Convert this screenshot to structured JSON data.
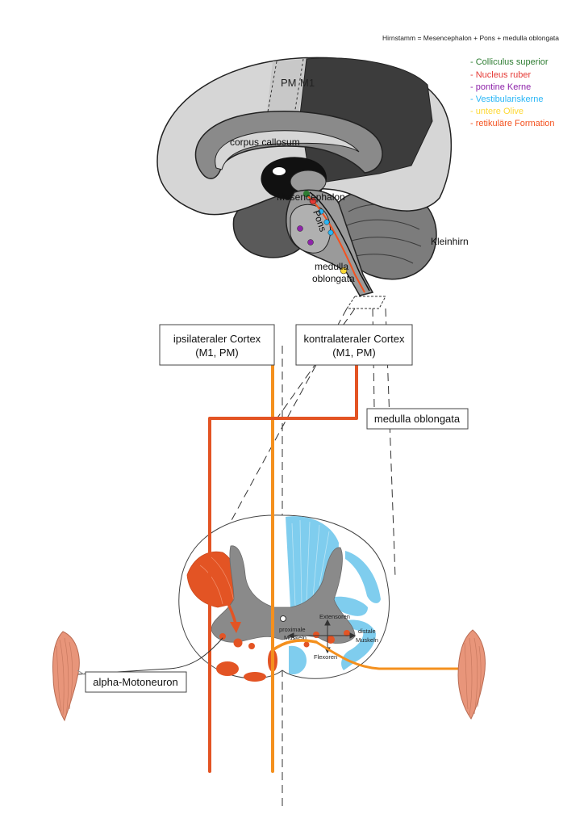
{
  "header": {
    "note": "Hirnstamm = Mesencephalon + Pons + medulla oblongata"
  },
  "legend": [
    {
      "label": "- Colliculus superior",
      "color": "#2e7d32"
    },
    {
      "label": "- Nucleus ruber",
      "color": "#e53935"
    },
    {
      "label": "- pontine Kerne",
      "color": "#8e24aa"
    },
    {
      "label": "- Vestibulariskerne",
      "color": "#29b6f6"
    },
    {
      "label": "- untere Olive",
      "color": "#fdd835"
    },
    {
      "label": "- retikuläre Formation",
      "color": "#f4511e"
    }
  ],
  "brain": {
    "pm_label": "PM",
    "m1_label": "M1",
    "corpus_callosum": "corpus callosum",
    "mesencephalon": "Mesencephalon",
    "pons": "Pons",
    "kleinhirn": "Kleinhirn",
    "medulla_line1": "medulla",
    "medulla_line2": "oblongata"
  },
  "boxes": {
    "ipsi_line1": "ipsilateraler Cortex",
    "ipsi_line2": "(M1, PM)",
    "contra_line1": "kontralateraler Cortex",
    "contra_line2": "(M1, PM)",
    "medulla_box": "medulla oblongata",
    "alpha_box": "alpha-Motoneuron"
  },
  "spinal": {
    "extensoren": "Extensoren",
    "flexoren": "Flexoren",
    "proximale_1": "proximale",
    "proximale_2": "Muskeln",
    "distale_1": "distale",
    "distale_2": "Muskeln"
  },
  "colors": {
    "dark_orange": "#e35424",
    "light_orange": "#f4901e",
    "blue": "#7fcdee",
    "gray_mid": "#8a8a8a",
    "gray_dark": "#3c3c3c",
    "gray_light": "#d6d6d6"
  }
}
